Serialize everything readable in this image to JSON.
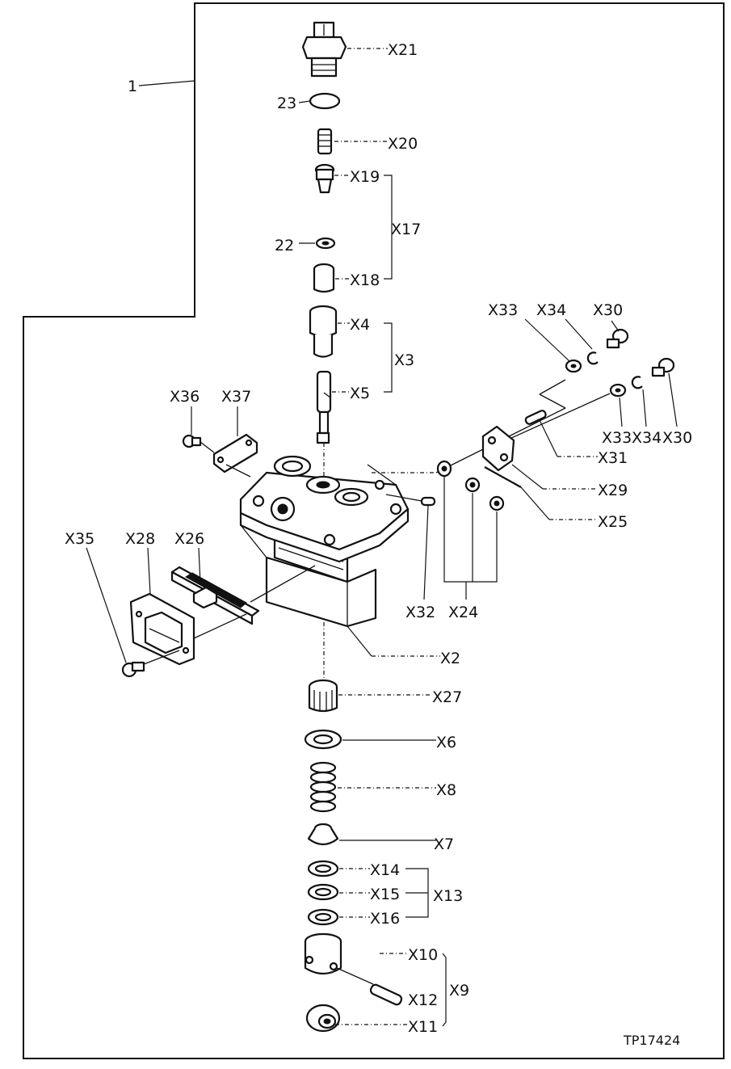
{
  "figure_id": "TP17424",
  "assembly_number": "1",
  "labels": {
    "x21": "X21",
    "n23": "23",
    "x20": "X20",
    "x19": "X19",
    "x17": "X17",
    "n22": "22",
    "x18": "X18",
    "x4": "X4",
    "x3": "X3",
    "x5": "X5",
    "x33a": "X33",
    "x34a": "X34",
    "x30a": "X30",
    "x33b": "X33",
    "x34b": "X34",
    "x30b": "X30",
    "x31": "X31",
    "x29": "X29",
    "x25": "X25",
    "x36": "X36",
    "x37": "X37",
    "x35": "X35",
    "x28": "X28",
    "x26": "X26",
    "x32": "X32",
    "x24": "X24",
    "x2": "X2",
    "x27": "X27",
    "x6": "X6",
    "x8": "X8",
    "x7": "X7",
    "x14": "X14",
    "x15": "X15",
    "x16": "X16",
    "x13": "X13",
    "x10": "X10",
    "x12": "X12",
    "x11": "X11",
    "x9": "X9"
  }
}
